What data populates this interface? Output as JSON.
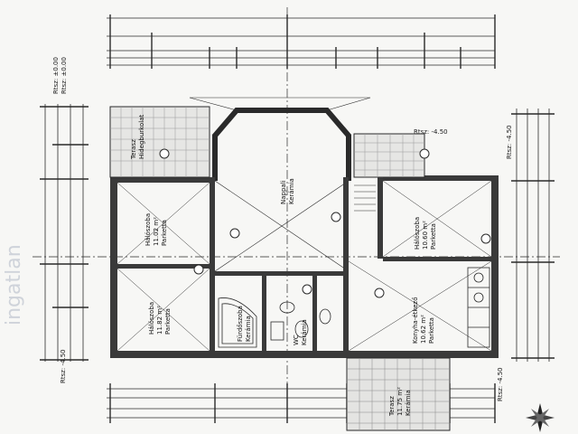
{
  "rooms": [
    {
      "name": "Terasz",
      "area": "Hidegburkolat"
    },
    {
      "name": "Hálószoba",
      "area": "11.02 m²",
      "floor": "Parketta"
    },
    {
      "name": "Hálószoba",
      "area": "11.82 m²",
      "floor": "Parketta"
    },
    {
      "name": "Nappali",
      "area": "Kerámia"
    },
    {
      "name": "Hálószoba",
      "area": "10.60 m²",
      "floor": "Parketta"
    },
    {
      "name": "Fürdőszoba",
      "floor": "Kerámia"
    },
    {
      "name": "WC",
      "floor": "Kerámia"
    },
    {
      "name": "Konyha-étkező",
      "area": "10.62 m²",
      "floor": "Parketta"
    },
    {
      "name": "Terasz",
      "area": "11.75 m²",
      "floor": "Kerámia"
    }
  ],
  "levels": [
    "Rtsz: -4.50",
    "Rtsz: -4.50",
    "Rtsz: -4.50",
    "Rtsz: -4.50"
  ],
  "title_block": [
    "Rtsz: ±0.00",
    "Rtsz: ±0.00"
  ],
  "watermark": "ingatlan",
  "icons": {
    "compass": "north-arrow-icon"
  },
  "colors": {
    "line": "#2a2a2a",
    "paper": "#f7f7f5",
    "hatch": "#555555"
  }
}
